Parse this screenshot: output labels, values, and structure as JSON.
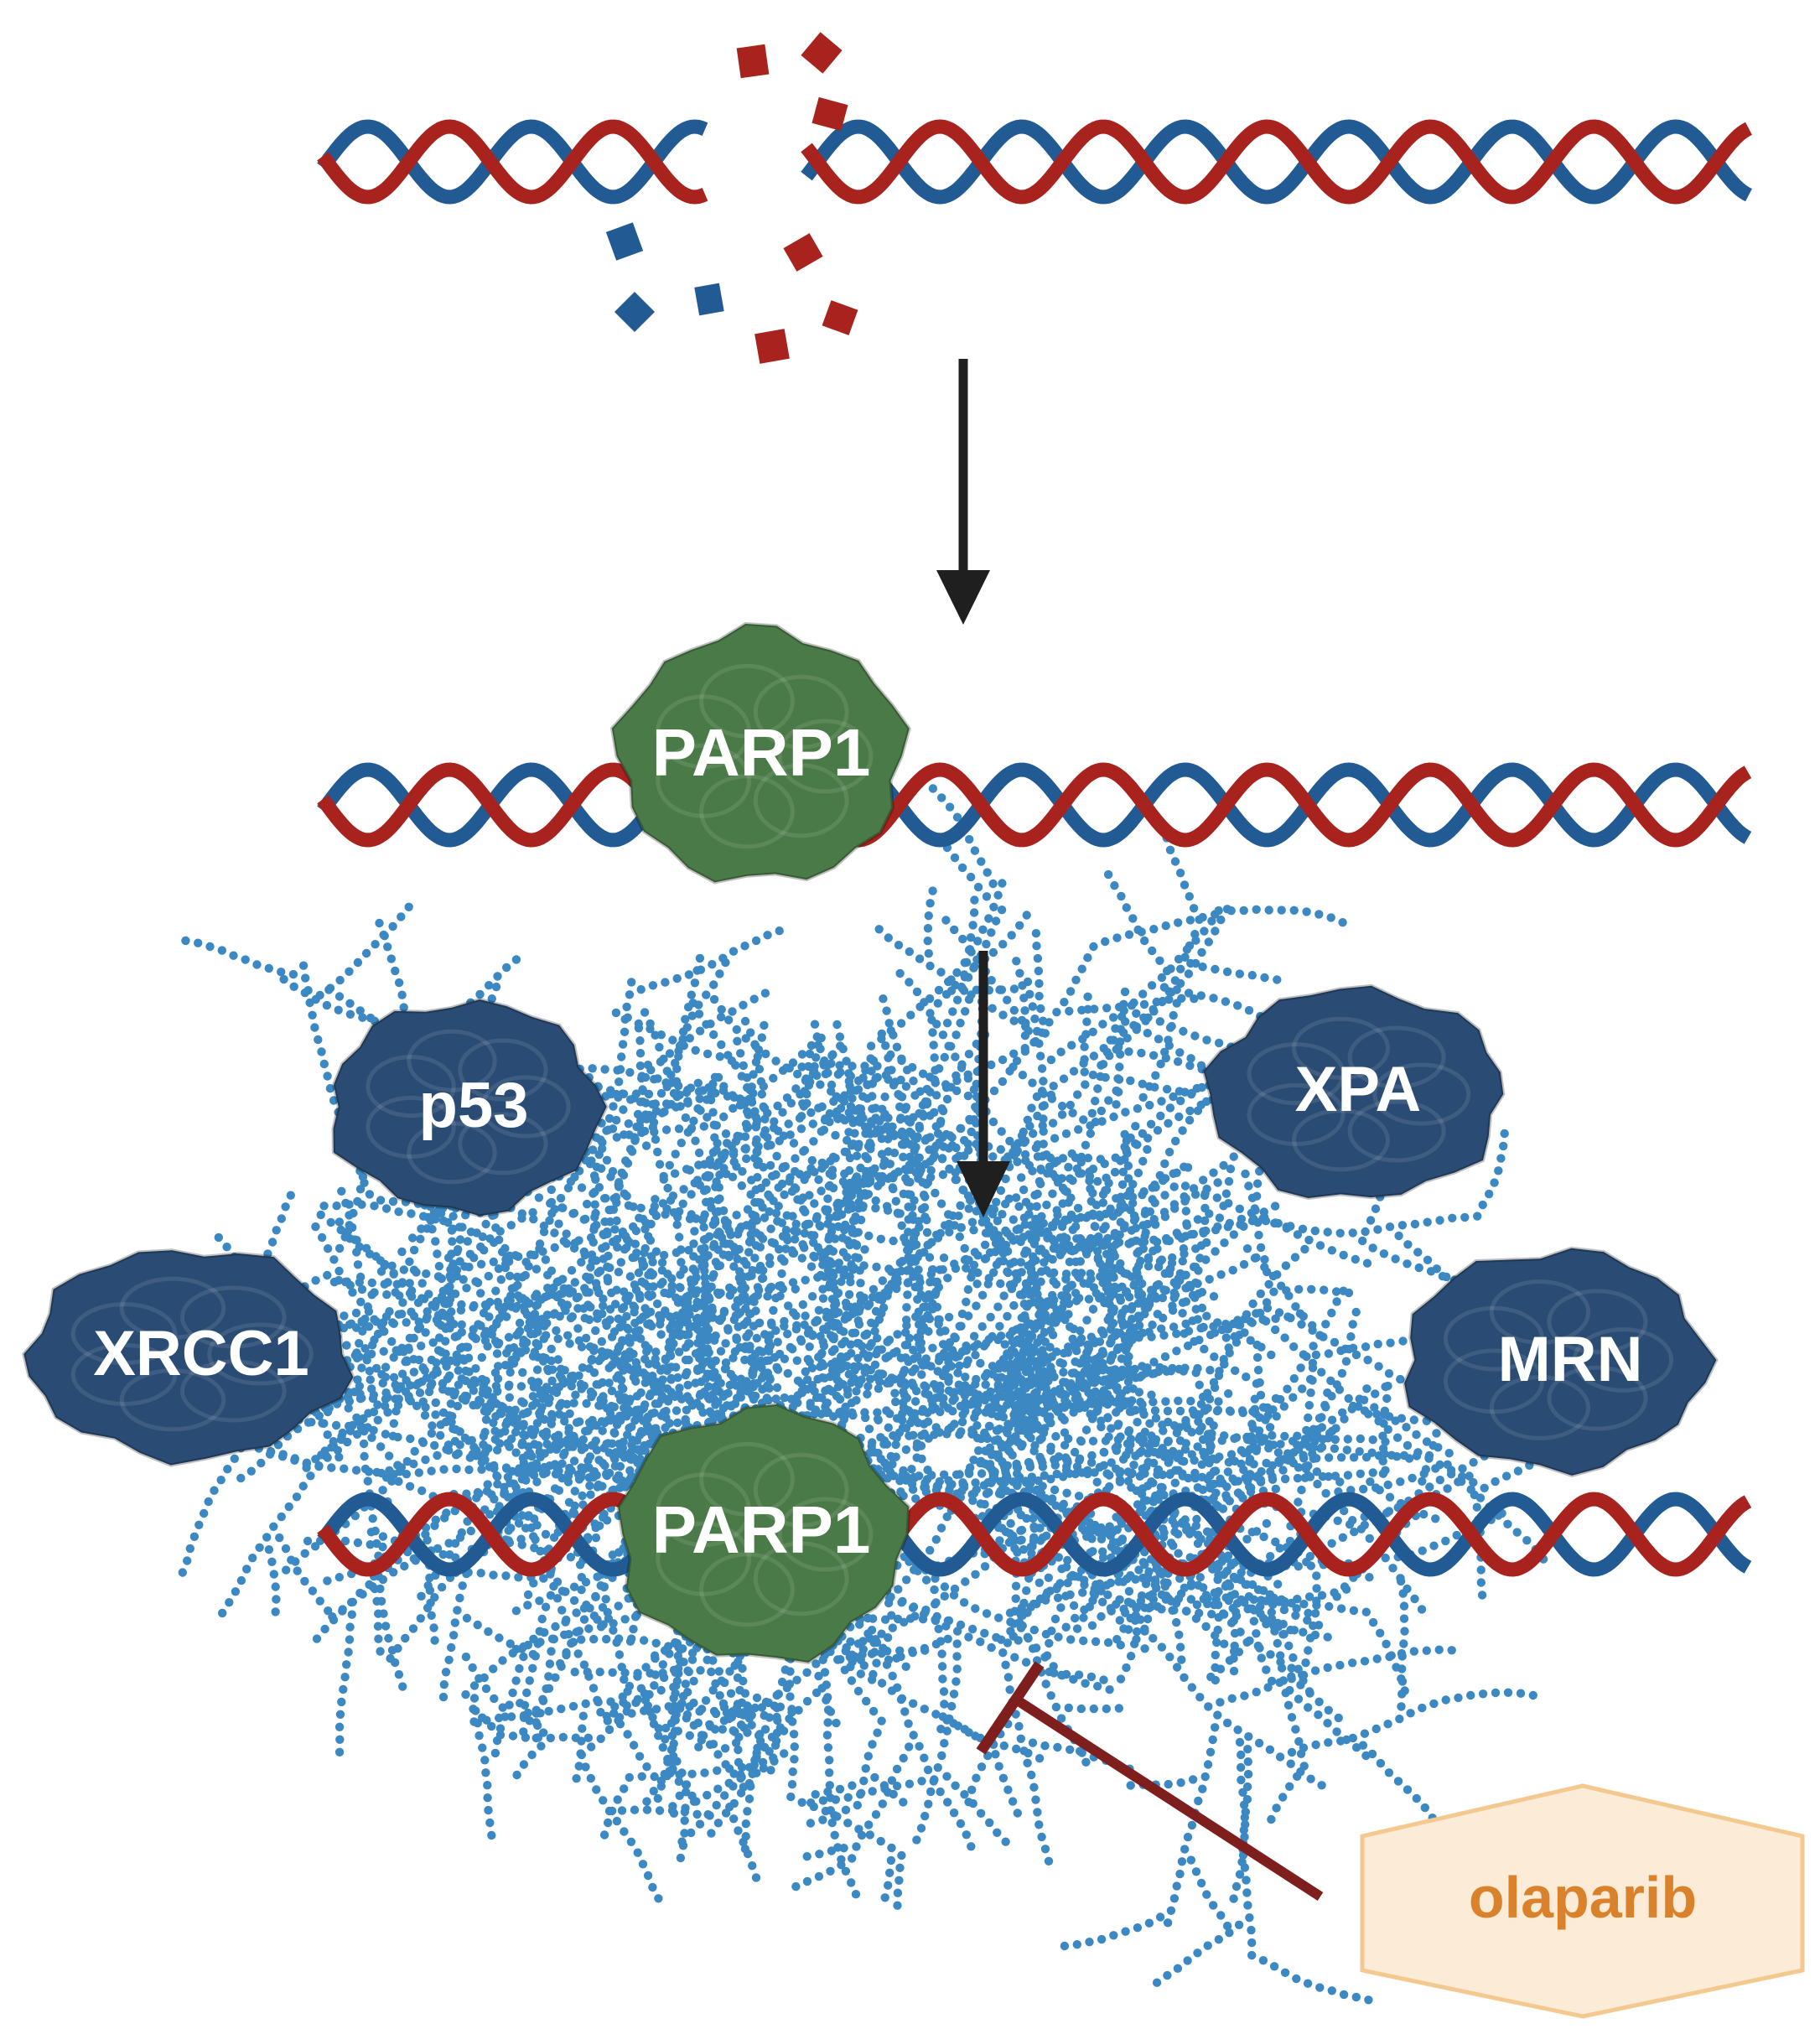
{
  "colors": {
    "strand_red": "#a8231e",
    "strand_blue": "#225a93",
    "parp_fill": "#4a7a47",
    "protein_fill": "#2a4b73",
    "par_dots": "#3b88c2",
    "arrow": "#1f1f1f",
    "inhibitor": "#7e1f1d",
    "drug_fill": "#fcebd6",
    "drug_stroke": "#f3c98f",
    "drug_text": "#d9822b"
  },
  "proteins": {
    "parp1_top": "PARP1",
    "parp1_bottom": "PARP1",
    "p53": "p53",
    "xrcc1": "XRCC1",
    "xpa": "XPA",
    "mrn": "MRN"
  },
  "drug": {
    "label": "olaparib"
  },
  "icons": {
    "dna": "dna-double-helix-icon",
    "protein": "protein-blob-icon",
    "par": "poly-adp-ribose-chain-icon",
    "arrow": "down-arrow-icon",
    "inhibit": "inhibition-bar-icon"
  }
}
